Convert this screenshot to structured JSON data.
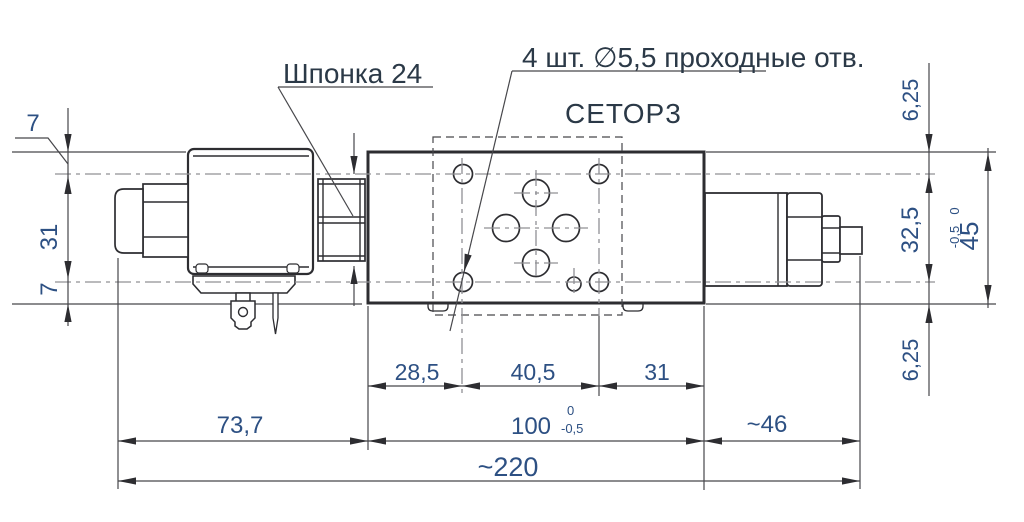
{
  "drawing": {
    "callouts": {
      "key": "Шпонка 24",
      "through_holes": "4 шт. ∅5,5 проходные отв.",
      "standard": "СЕТОР3"
    },
    "dimensions": {
      "top_offset_left": "7",
      "coil_span_left": "31",
      "bottom_offset_left": "7",
      "top_offset_right": "6,25",
      "holes_span_right": "32,5",
      "total_height": "45",
      "height_tol_upper": "0",
      "height_tol_lower": "-0,5",
      "bottom_offset_right": "6,25",
      "hole_offset_x": "28,5",
      "hole_span_x": "40,5",
      "hole_to_edge_x": "31",
      "solenoid_length": "73,7",
      "body_length": "100",
      "body_length_tol_upper": "0",
      "body_length_tol_lower": "-0,5",
      "override_length": "~46",
      "overall_length": "~220"
    },
    "colors": {
      "background": "#ffffff",
      "outline": "#2d2d31",
      "dimension_line": "#47474b",
      "centerline": "#909094",
      "label_text": "#2b3947",
      "dimension_text": "#2d5083"
    }
  }
}
